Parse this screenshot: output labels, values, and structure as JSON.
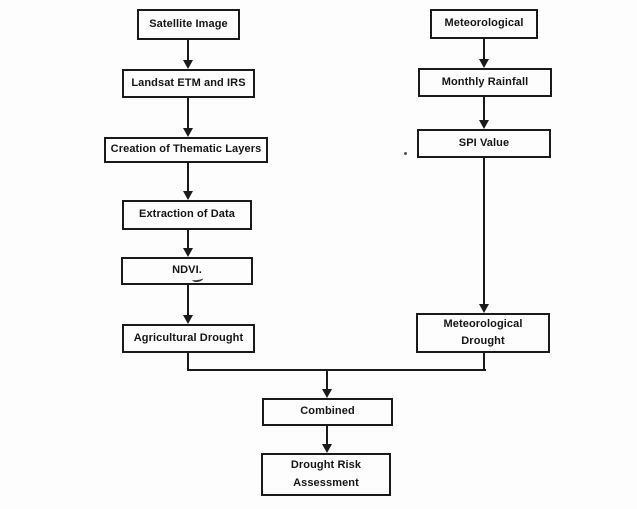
{
  "diagram": {
    "type": "flowchart",
    "subject": "Drought Risk Assessment methodology",
    "nodes": {
      "satellite_image": {
        "label": "Satellite Image"
      },
      "landsat": {
        "label": "Landsat ETM and IRS"
      },
      "thematic_layers": {
        "label": "Creation of Thematic Layers"
      },
      "extraction": {
        "label": "Extraction of Data"
      },
      "ndvi": {
        "label": "NDVI."
      },
      "agricultural_drought": {
        "label": "Agricultural Drought"
      },
      "meteorological": {
        "label": "Meteorological"
      },
      "monthly_rainfall": {
        "label": "Monthly Rainfall"
      },
      "spi_value": {
        "label": "SPI Value"
      },
      "meteorological_drought": {
        "label": "Meteorological Drought"
      },
      "combined": {
        "label": "Combined"
      },
      "drought_risk": {
        "label": "Drought Risk Assessment"
      }
    },
    "edges": [
      {
        "from": "satellite_image",
        "to": "landsat"
      },
      {
        "from": "landsat",
        "to": "thematic_layers"
      },
      {
        "from": "thematic_layers",
        "to": "extraction"
      },
      {
        "from": "extraction",
        "to": "ndvi"
      },
      {
        "from": "ndvi",
        "to": "agricultural_drought"
      },
      {
        "from": "meteorological",
        "to": "monthly_rainfall"
      },
      {
        "from": "monthly_rainfall",
        "to": "spi_value"
      },
      {
        "from": "spi_value",
        "to": "meteorological_drought"
      },
      {
        "from": "agricultural_drought",
        "to": "combined"
      },
      {
        "from": "meteorological_drought",
        "to": "combined"
      },
      {
        "from": "combined",
        "to": "drought_risk"
      }
    ],
    "colors": {
      "line": "#1a1a1a",
      "text": "#151515",
      "background": "#fdfdfd",
      "box_fill": "#fdfdfd"
    }
  }
}
